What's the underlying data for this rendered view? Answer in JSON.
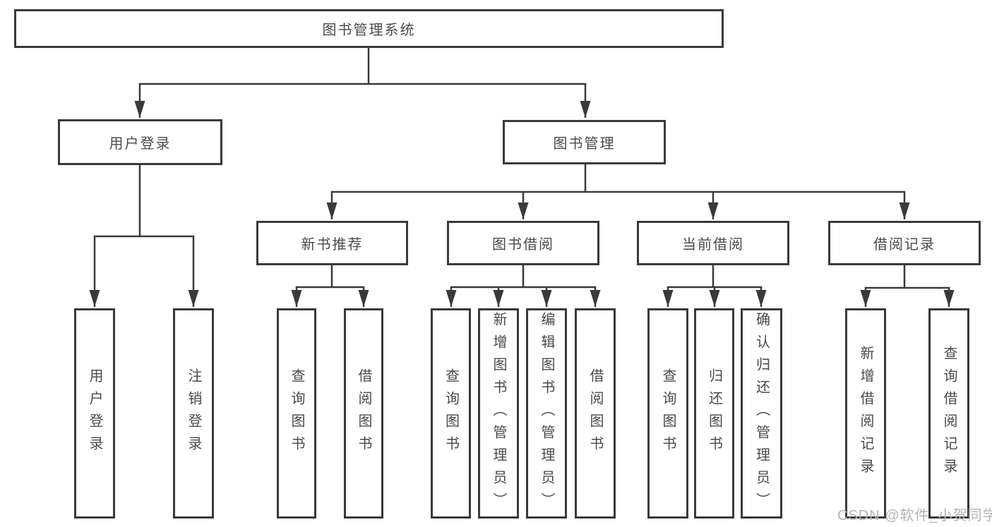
{
  "diagram": {
    "title": "图书管理系统",
    "branches": [
      {
        "label": "用户登录",
        "children": [
          "用户登录",
          "注销登录"
        ]
      },
      {
        "label": "图书管理",
        "sections": [
          {
            "label": "新书推荐",
            "children": [
              "查询图书",
              "借阅图书"
            ]
          },
          {
            "label": "图书借阅",
            "children": [
              "查询图书",
              "新增图书（管理员）",
              "编辑图书（管理员）",
              "借阅图书"
            ]
          },
          {
            "label": "当前借阅",
            "children": [
              "查询图书",
              "归还图书",
              "确认归还（管理员）"
            ]
          },
          {
            "label": "借阅记录",
            "children": [
              "新增借阅记录",
              "查询借阅记录"
            ]
          }
        ]
      }
    ]
  },
  "watermark": {
    "text": "CSDN @软件_小贺同学"
  },
  "colors": {
    "line": "#3a3a3a",
    "node_border": "#3a3a3a",
    "node_text": "#4a4a4a",
    "watermark": "#b4b4b4",
    "background": "#ffffff"
  }
}
